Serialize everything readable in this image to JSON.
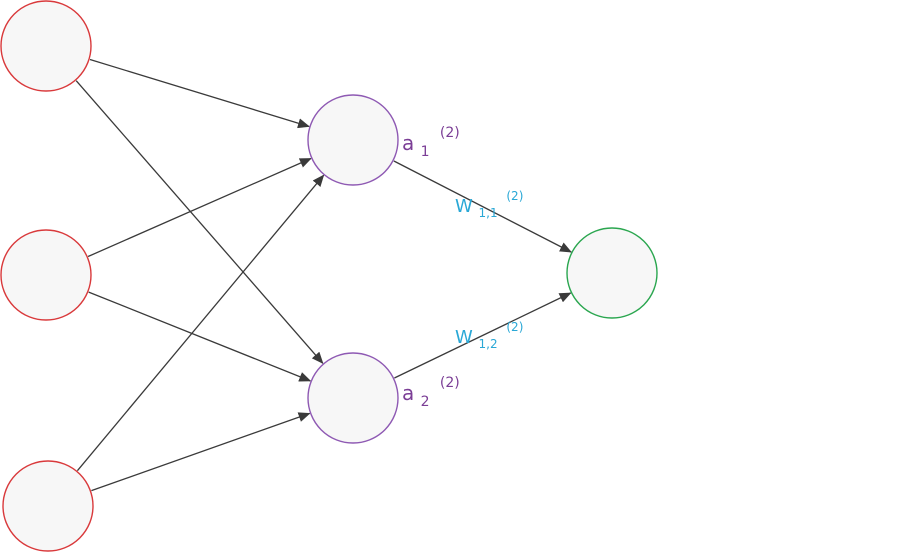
{
  "colors": {
    "input_stroke": "#d9393b",
    "hidden_stroke": "#8e59b3",
    "output_stroke": "#2aa64f",
    "node_fill": "#f7f7f7",
    "edge": "#3a3a3a",
    "activation_label": "#7b3e96",
    "weight_label": "#2aa8d6"
  },
  "labels": {
    "a1": {
      "base": "a",
      "sub": "1",
      "sup": "(2)"
    },
    "a2": {
      "base": "a",
      "sub": "2",
      "sup": "(2)"
    },
    "w11": {
      "base": "W",
      "sub": "1,1",
      "sup": "(2)"
    },
    "w12": {
      "base": "W",
      "sub": "1,2",
      "sup": "(2)"
    }
  }
}
